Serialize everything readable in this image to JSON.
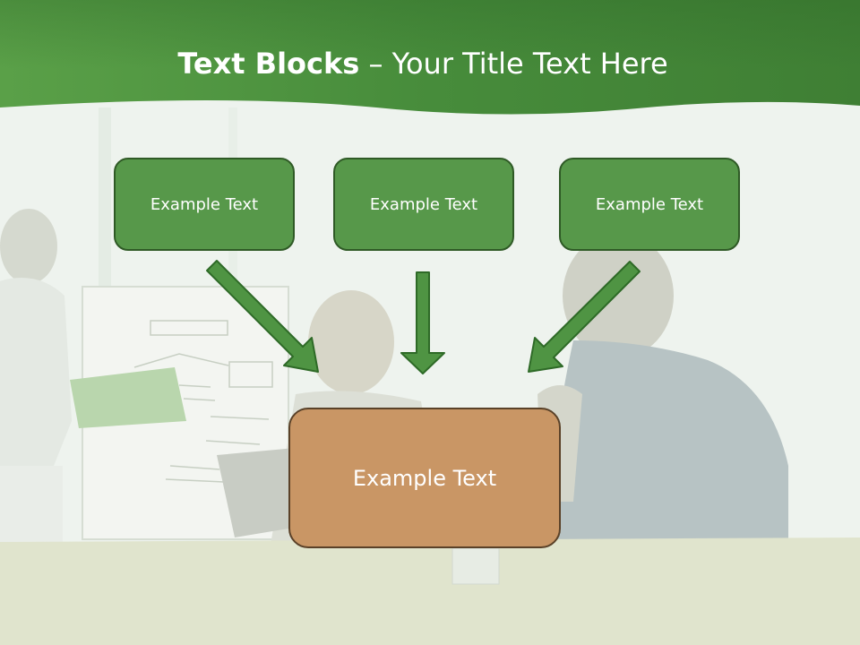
{
  "slide": {
    "title_bold": "Text Blocks",
    "title_rest": " – Your Title Text Here",
    "top_boxes": [
      "Example Text",
      "Example Text",
      "Example Text"
    ],
    "bottom_box": "Example Text"
  },
  "colors": {
    "header_green": "#4a8d3d",
    "box_green": "#57984a",
    "box_border": "#2f5a26",
    "arrow_fill": "#4f9443",
    "arrow_stroke": "#2e6a27",
    "bottom_box_fill": "#c99665"
  }
}
